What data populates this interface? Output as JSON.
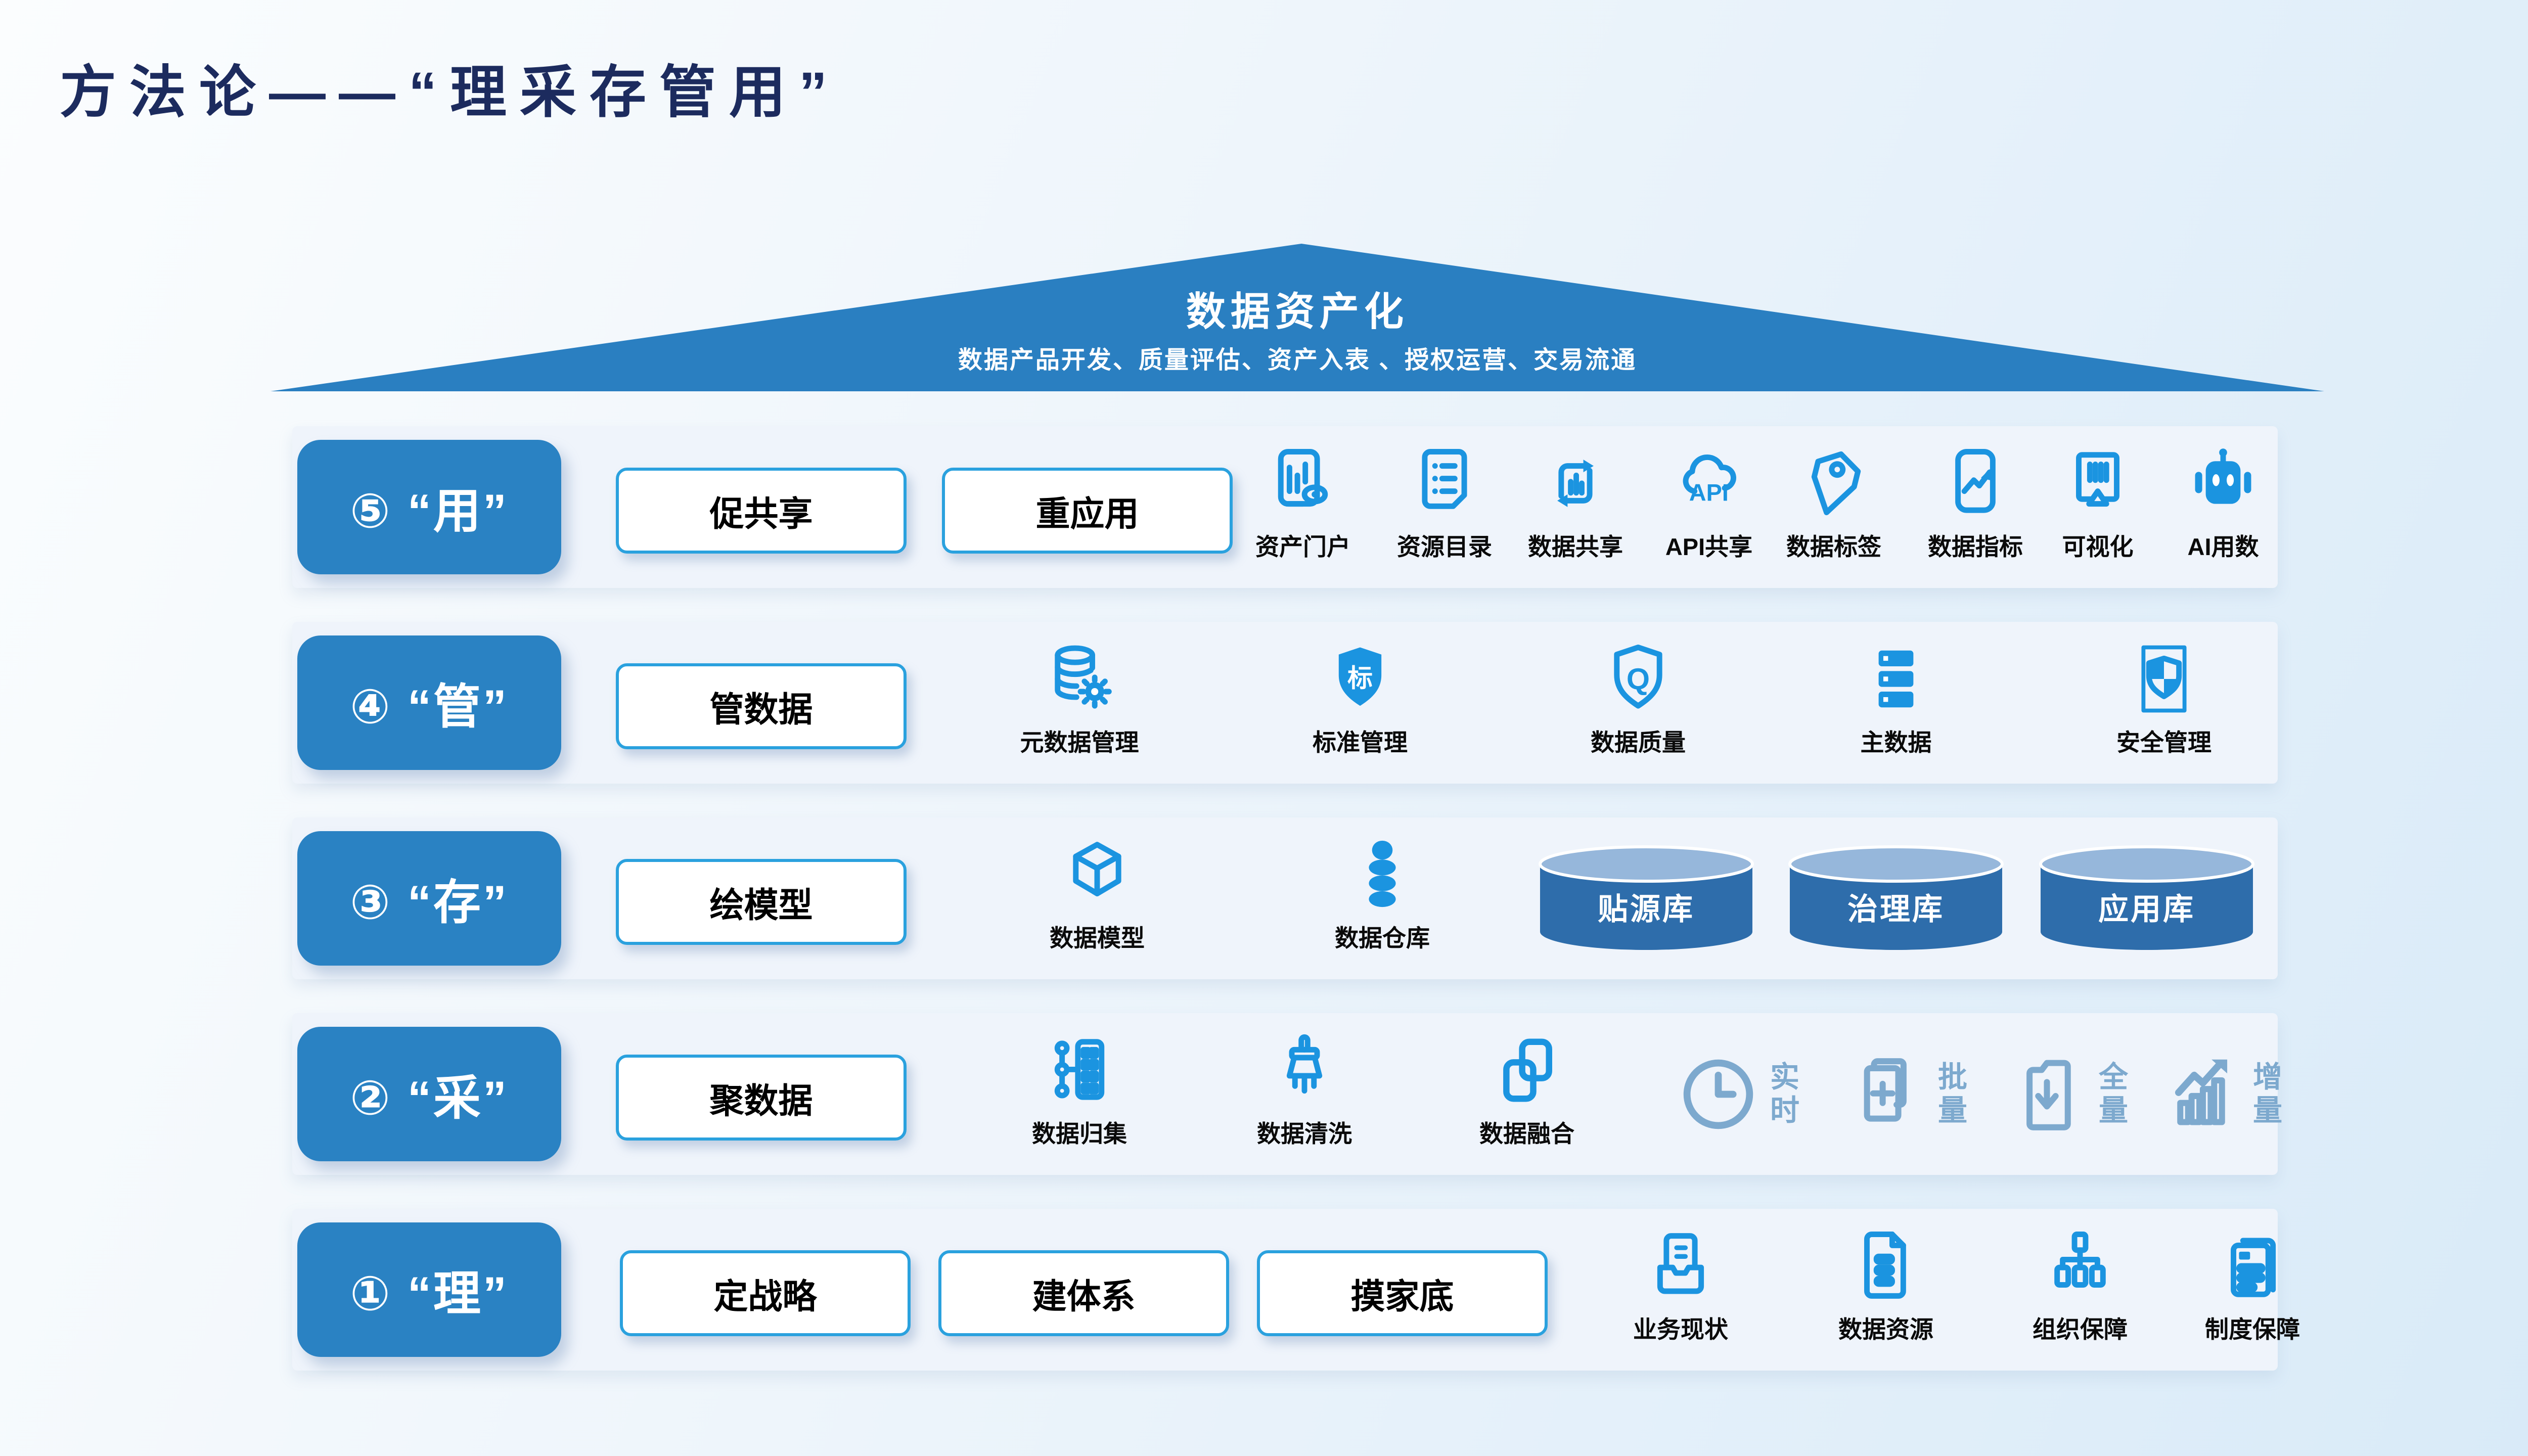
{
  "title": "方法论——“理采存管用”",
  "roof": {
    "title": "数据资产化",
    "subtitle": "数据产品开发、质量评估、资产入表 、授权运营、交易流通"
  },
  "stages": [
    {
      "id": "use",
      "label": "⑤ “用”",
      "buttons": [
        "促共享",
        "重应用"
      ],
      "icons": [
        {
          "name": "asset-portal",
          "label": "资产门户"
        },
        {
          "name": "resource-catalog",
          "label": "资源目录"
        },
        {
          "name": "data-share",
          "label": "数据共享"
        },
        {
          "name": "api-share",
          "label": "API共享",
          "icon_text": "API"
        },
        {
          "name": "data-tag",
          "label": "数据标签"
        },
        {
          "name": "data-metric",
          "label": "数据指标"
        },
        {
          "name": "visualization",
          "label": "可视化"
        },
        {
          "name": "ai-data",
          "label": "AI用数"
        }
      ]
    },
    {
      "id": "manage",
      "label": "④ “管”",
      "buttons": [
        "管数据"
      ],
      "icons": [
        {
          "name": "metadata-mgmt",
          "label": "元数据管理"
        },
        {
          "name": "standard-mgmt",
          "label": "标准管理",
          "icon_text": "标"
        },
        {
          "name": "data-quality",
          "label": "数据质量",
          "icon_text": "Q"
        },
        {
          "name": "master-data",
          "label": "主数据"
        },
        {
          "name": "security-mgmt",
          "label": "安全管理"
        }
      ]
    },
    {
      "id": "store",
      "label": "③ “存”",
      "buttons": [
        "绘模型"
      ],
      "icons": [
        {
          "name": "data-model",
          "label": "数据模型"
        },
        {
          "name": "data-warehouse",
          "label": "数据仓库"
        }
      ],
      "cylinders": [
        "贴源库",
        "治理库",
        "应用库"
      ]
    },
    {
      "id": "collect",
      "label": "② “采”",
      "buttons": [
        "聚数据"
      ],
      "icons": [
        {
          "name": "data-collection",
          "label": "数据归集"
        },
        {
          "name": "data-cleaning",
          "label": "数据清洗"
        },
        {
          "name": "data-fusion",
          "label": "数据融合"
        }
      ],
      "modes": [
        "实时",
        "批量",
        "全量",
        "增量"
      ]
    },
    {
      "id": "organize",
      "label": "① “理”",
      "buttons": [
        "定战略",
        "建体系",
        "摸家底"
      ],
      "icons": [
        {
          "name": "business-status",
          "label": "业务现状"
        },
        {
          "name": "data-resources",
          "label": "数据资源"
        },
        {
          "name": "org-guarantee",
          "label": "组织保障"
        },
        {
          "name": "policy-guarantee",
          "label": "制度保障"
        }
      ]
    }
  ],
  "colors": {
    "title_navy": "#1c2b5e",
    "roof_blue": "#2a7fc1",
    "stage_blue": "#2a82c3",
    "icon_blue": "#1b94e0",
    "steel_blue": "#7da9ce",
    "button_border": "#2aa1de",
    "cylinder_body": "#2e6dab",
    "cylinder_top": "#96b7db",
    "band_bg": "#eff4fb"
  }
}
